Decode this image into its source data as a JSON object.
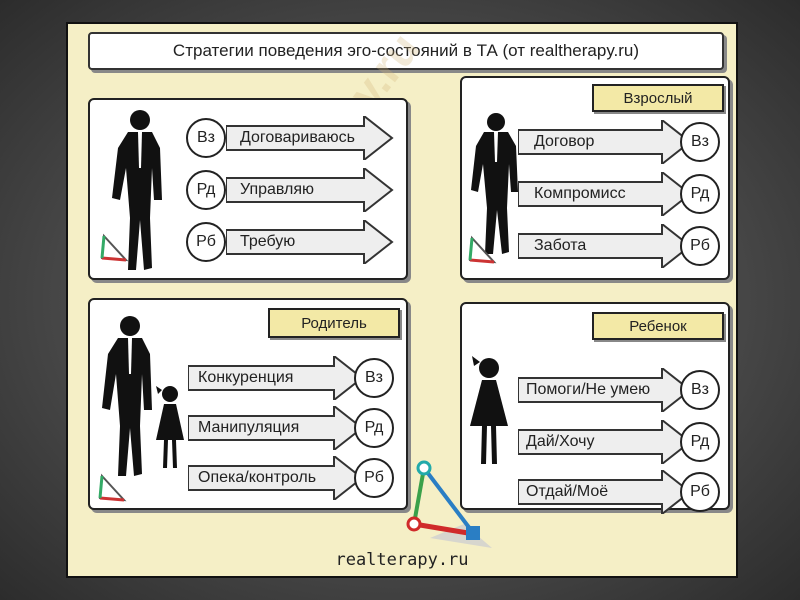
{
  "title": "Стратегии поведения эго-состояний в ТА (от realtherapy.ru)",
  "footer": "realterapy.ru",
  "watermark": "realterapy.ru",
  "panels": {
    "top_left": {
      "rows": [
        {
          "circle": "Вз",
          "text": "Договариваюсь"
        },
        {
          "circle": "Рд",
          "text": "Управляю"
        },
        {
          "circle": "Рб",
          "text": "Требую"
        }
      ]
    },
    "top_right": {
      "label": "Взрослый",
      "rows": [
        {
          "circle": "Вз",
          "text": "Договор"
        },
        {
          "circle": "Рд",
          "text": "Компромисс"
        },
        {
          "circle": "Рб",
          "text": "Забота"
        }
      ]
    },
    "bottom_left": {
      "label": "Родитель",
      "rows": [
        {
          "circle": "Вз",
          "text": "Конкуренция"
        },
        {
          "circle": "Рд",
          "text": "Манипуляция"
        },
        {
          "circle": "Рб",
          "text": "Опека/контроль"
        }
      ]
    },
    "bottom_right": {
      "label": "Ребенок",
      "rows": [
        {
          "circle": "Вз",
          "text": "Помоги/Не умею"
        },
        {
          "circle": "Рд",
          "text": "Дай/Хочу"
        },
        {
          "circle": "Рб",
          "text": "Отдай/Моё"
        }
      ]
    }
  }
}
